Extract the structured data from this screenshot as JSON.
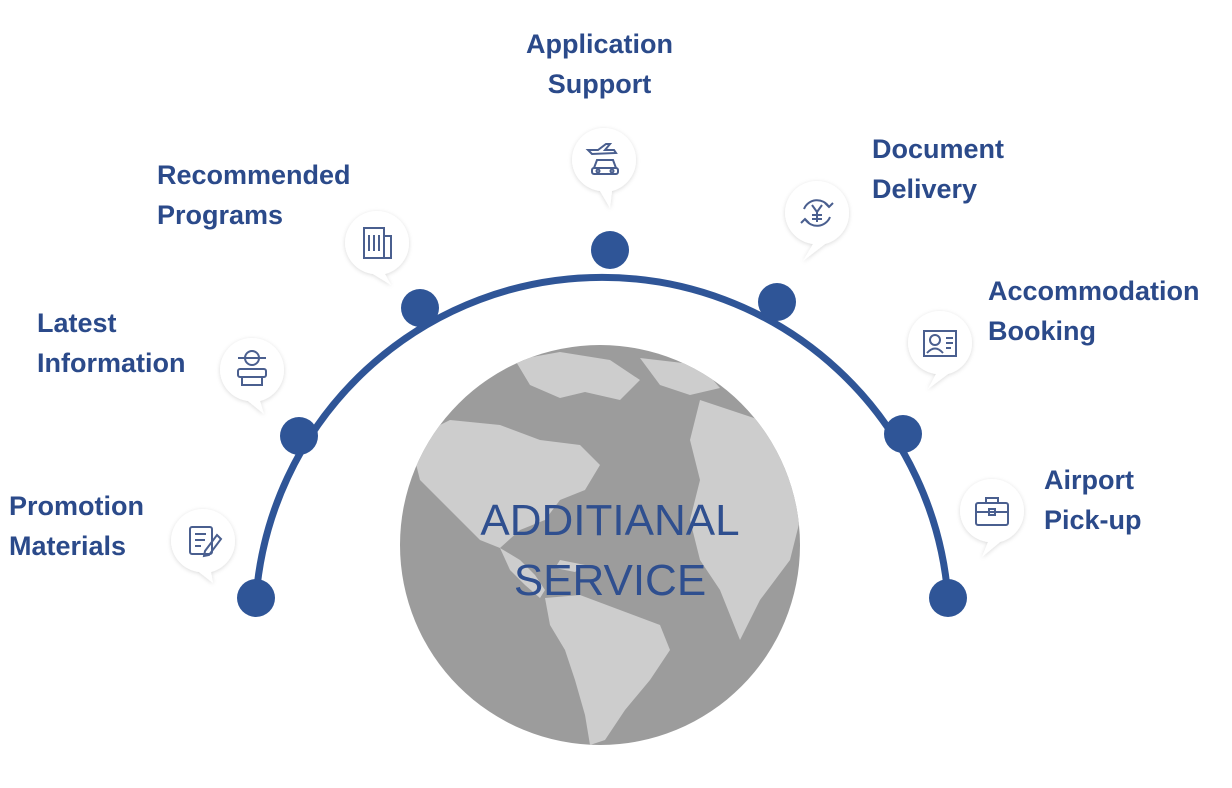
{
  "center": {
    "line1": "ADDITIANAL",
    "line2": "SERVICE"
  },
  "services": [
    {
      "id": "promotion-materials",
      "lines": [
        "Promotion",
        "Materials"
      ],
      "icon": "edit-document-icon"
    },
    {
      "id": "latest-information",
      "lines": [
        "Latest",
        "Information"
      ],
      "icon": "info-desk-person-icon"
    },
    {
      "id": "recommended-programs",
      "lines": [
        "Recommended",
        "Programs"
      ],
      "icon": "building-icon"
    },
    {
      "id": "application-support",
      "lines": [
        "Application",
        "Support"
      ],
      "icon": "plane-car-icon"
    },
    {
      "id": "document-delivery",
      "lines": [
        "Document",
        "Delivery"
      ],
      "icon": "yen-cycle-icon"
    },
    {
      "id": "accommodation-booking",
      "lines": [
        "Accommodation",
        "Booking"
      ],
      "icon": "id-card-icon"
    },
    {
      "id": "airport-pickup",
      "lines": [
        "Airport",
        "Pick-up"
      ],
      "icon": "briefcase-icon"
    }
  ],
  "colors": {
    "arc": "#2f5597",
    "text": "#2b4a8a",
    "globe_ocean": "#9a9a9a",
    "globe_land": "#c9c9c9",
    "icon_stroke": "#4a5f8f"
  }
}
